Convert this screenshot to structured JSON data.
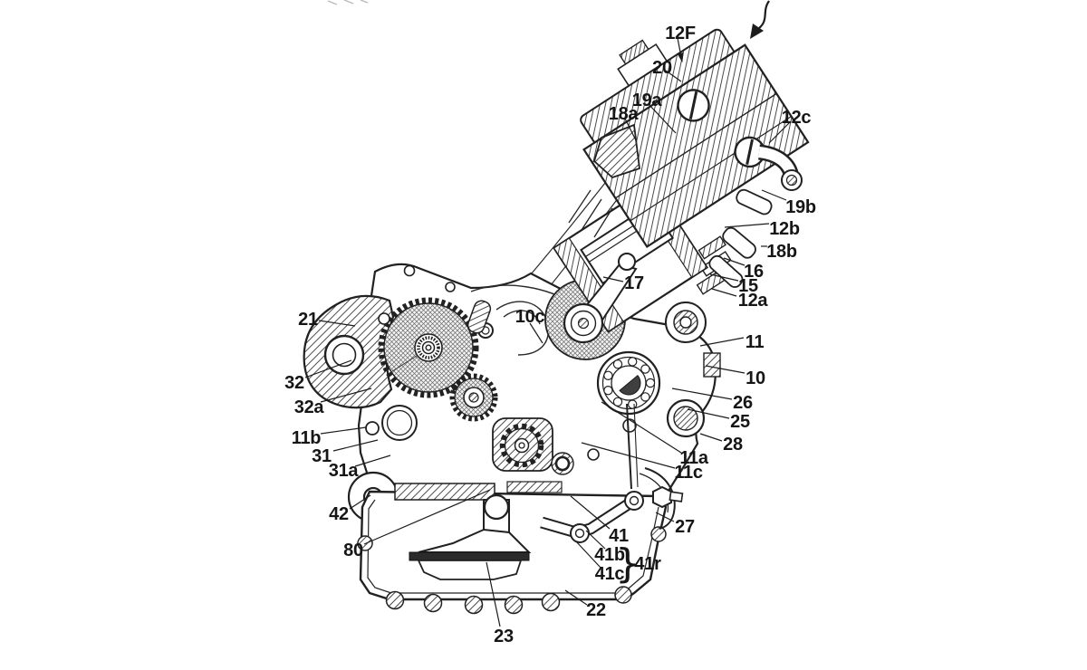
{
  "figure": {
    "kind": "patent-line-drawing",
    "subject": "Motorcycle engine vertical cross-section with numbered reference parts",
    "background": "#ffffff",
    "ink": "#212121",
    "hatch": "#4a4a4a"
  },
  "annotations": {
    "direction_arrow": "curved-down-arrow",
    "brace": "}"
  },
  "labels": [
    {
      "id": "12F",
      "text": "12F"
    },
    {
      "id": "20",
      "text": "20"
    },
    {
      "id": "19a",
      "text": "19a"
    },
    {
      "id": "18a",
      "text": "18a"
    },
    {
      "id": "12c",
      "text": "12c"
    },
    {
      "id": "19b",
      "text": "19b"
    },
    {
      "id": "12b",
      "text": "12b"
    },
    {
      "id": "18b",
      "text": "18b"
    },
    {
      "id": "16",
      "text": "16"
    },
    {
      "id": "15",
      "text": "15"
    },
    {
      "id": "12a",
      "text": "12a"
    },
    {
      "id": "17",
      "text": "17"
    },
    {
      "id": "10c",
      "text": "10c"
    },
    {
      "id": "11",
      "text": "11"
    },
    {
      "id": "10",
      "text": "10"
    },
    {
      "id": "26",
      "text": "26"
    },
    {
      "id": "25",
      "text": "25"
    },
    {
      "id": "28",
      "text": "28"
    },
    {
      "id": "11a",
      "text": "11a"
    },
    {
      "id": "11c",
      "text": "11c"
    },
    {
      "id": "21",
      "text": "21"
    },
    {
      "id": "32",
      "text": "32"
    },
    {
      "id": "32a",
      "text": "32a"
    },
    {
      "id": "11b",
      "text": "11b"
    },
    {
      "id": "31",
      "text": "31"
    },
    {
      "id": "31a",
      "text": "31a"
    },
    {
      "id": "42",
      "text": "42"
    },
    {
      "id": "80",
      "text": "80"
    },
    {
      "id": "41",
      "text": "41"
    },
    {
      "id": "41b",
      "text": "41b"
    },
    {
      "id": "41c",
      "text": "41c"
    },
    {
      "id": "41r",
      "text": "41r"
    },
    {
      "id": "27",
      "text": "27"
    },
    {
      "id": "22",
      "text": "22"
    },
    {
      "id": "23",
      "text": "23"
    }
  ]
}
